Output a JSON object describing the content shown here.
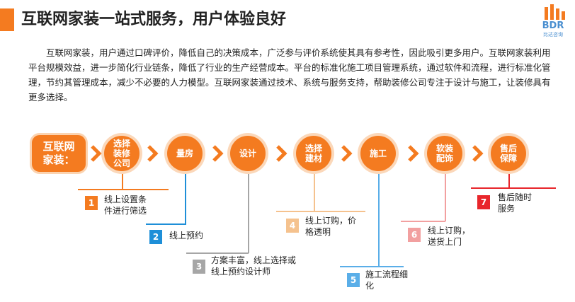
{
  "title": "互联网家装一站式服务，用户体验良好",
  "logo": {
    "text": "BDR",
    "sub": "比达咨询"
  },
  "paragraph": "互联网家装，用户通过口碑评价，降低自己的决策成本，广泛参与评价系统使其具有参考性，因此吸引更多用户。互联网家装利用平台规模效益，进一步简化行业链条，降低了行业的生产经营成本。平台的标准化施工项目管理系统，通过软件和流程，进行标准化管理，节约其管理成本，减少不必要的人力模型。互联网家装通过技术、系统与服务支持，帮助装修公司专注于设计与施工，让装修具有更多选择。",
  "start_label": "互联网\n家装：",
  "stages": [
    {
      "label": "选择\n装修\n公司"
    },
    {
      "label": "量房"
    },
    {
      "label": "设计"
    },
    {
      "label": "选择\n建材"
    },
    {
      "label": "施工"
    },
    {
      "label": "软装\n配饰"
    },
    {
      "label": "售后\n保障"
    }
  ],
  "notes": [
    {
      "num": "1",
      "text": "线上设置条\n件进行筛选",
      "color": "#f47b20"
    },
    {
      "num": "2",
      "text": "线上预约",
      "color": "#1e8fd8"
    },
    {
      "num": "3",
      "text": "方案丰富，线上选择或\n线上预约设计师",
      "color": "#a6a6a6"
    },
    {
      "num": "4",
      "text": "线上订购，价\n格透明",
      "color": "#f5c28e"
    },
    {
      "num": "5",
      "text": "施工流程细\n化",
      "color": "#5aaee8"
    },
    {
      "num": "6",
      "text": "线上订购，\n送货上门",
      "color": "#f2a0a0"
    },
    {
      "num": "7",
      "text": "售后随时\n服务",
      "color": "#e8262b"
    }
  ]
}
